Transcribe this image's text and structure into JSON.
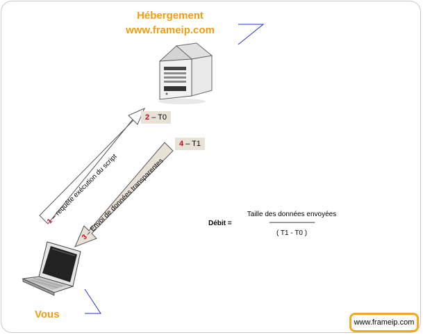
{
  "header": {
    "line1": "Hébergement",
    "line2": "www.frameip.com"
  },
  "client_label": "Vous",
  "events": [
    {
      "num": "2",
      "text": "– T0"
    },
    {
      "num": "4",
      "text": "– T1"
    }
  ],
  "arrows": [
    {
      "num": "1",
      "text": "– requête exécution du script"
    },
    {
      "num": "3",
      "text": "– Envoi de données transparentes"
    }
  ],
  "formula": {
    "label": "Débit =",
    "numerator": "Taille des données envoyées",
    "bar": "----------------------------",
    "denominator": "( T1 - T0 )"
  },
  "brand": "www.frameip.com",
  "colors": {
    "title": "#f39c12",
    "step_number": "#d0021b",
    "label_bg": "#e8e1d6",
    "badge_border": "#f5a623",
    "accent_line": "#1f2fd8"
  }
}
